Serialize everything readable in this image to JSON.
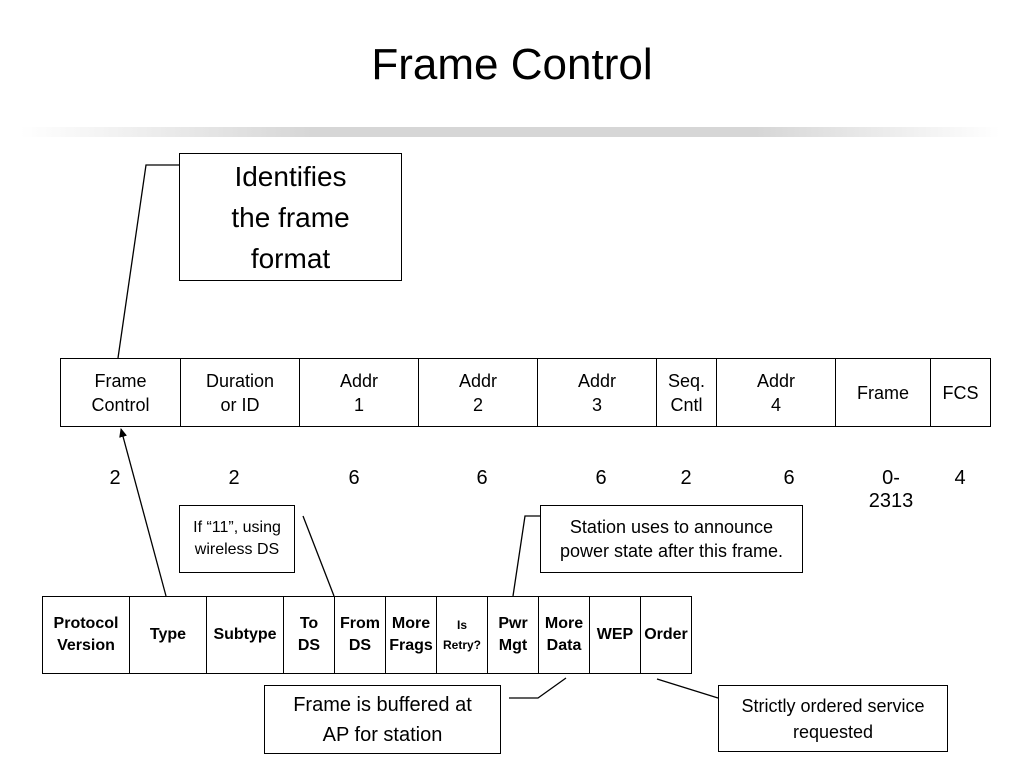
{
  "title": "Frame Control",
  "callout_top": [
    "Identifies",
    "the frame",
    "format"
  ],
  "frame_fields": [
    {
      "lines": [
        "Frame",
        "Control"
      ],
      "size": "2"
    },
    {
      "lines": [
        "Duration",
        "or ID"
      ],
      "size": "2"
    },
    {
      "lines": [
        "Addr",
        "1"
      ],
      "size": "6"
    },
    {
      "lines": [
        "Addr",
        "2"
      ],
      "size": "6"
    },
    {
      "lines": [
        "Addr",
        "3"
      ],
      "size": "6"
    },
    {
      "lines": [
        "Seq.",
        "Cntl"
      ],
      "size": "2"
    },
    {
      "lines": [
        "Addr",
        "4"
      ],
      "size": "6"
    },
    {
      "lines": [
        "Frame"
      ],
      "size": "0-2313"
    },
    {
      "lines": [
        "FCS"
      ],
      "size": "4"
    }
  ],
  "fc_fields": [
    {
      "lines": [
        "Protocol",
        "Version"
      ]
    },
    {
      "lines": [
        "Type"
      ]
    },
    {
      "lines": [
        "Subtype"
      ]
    },
    {
      "lines": [
        "To",
        "DS"
      ]
    },
    {
      "lines": [
        "From",
        "DS"
      ]
    },
    {
      "lines": [
        "More",
        "Frags"
      ]
    },
    {
      "lines": [
        "Is",
        "Retry?"
      ]
    },
    {
      "lines": [
        "Pwr",
        "Mgt"
      ]
    },
    {
      "lines": [
        "More",
        "Data"
      ]
    },
    {
      "lines": [
        "WEP"
      ]
    },
    {
      "lines": [
        "Order"
      ]
    }
  ],
  "callout_ds": [
    "If “11”, using",
    "wireless DS"
  ],
  "callout_pwr": [
    "Station uses to announce",
    "power state after this frame."
  ],
  "callout_buffered": [
    "Frame is buffered at",
    "AP for station"
  ],
  "callout_order": [
    "Strictly ordered service",
    "requested"
  ]
}
